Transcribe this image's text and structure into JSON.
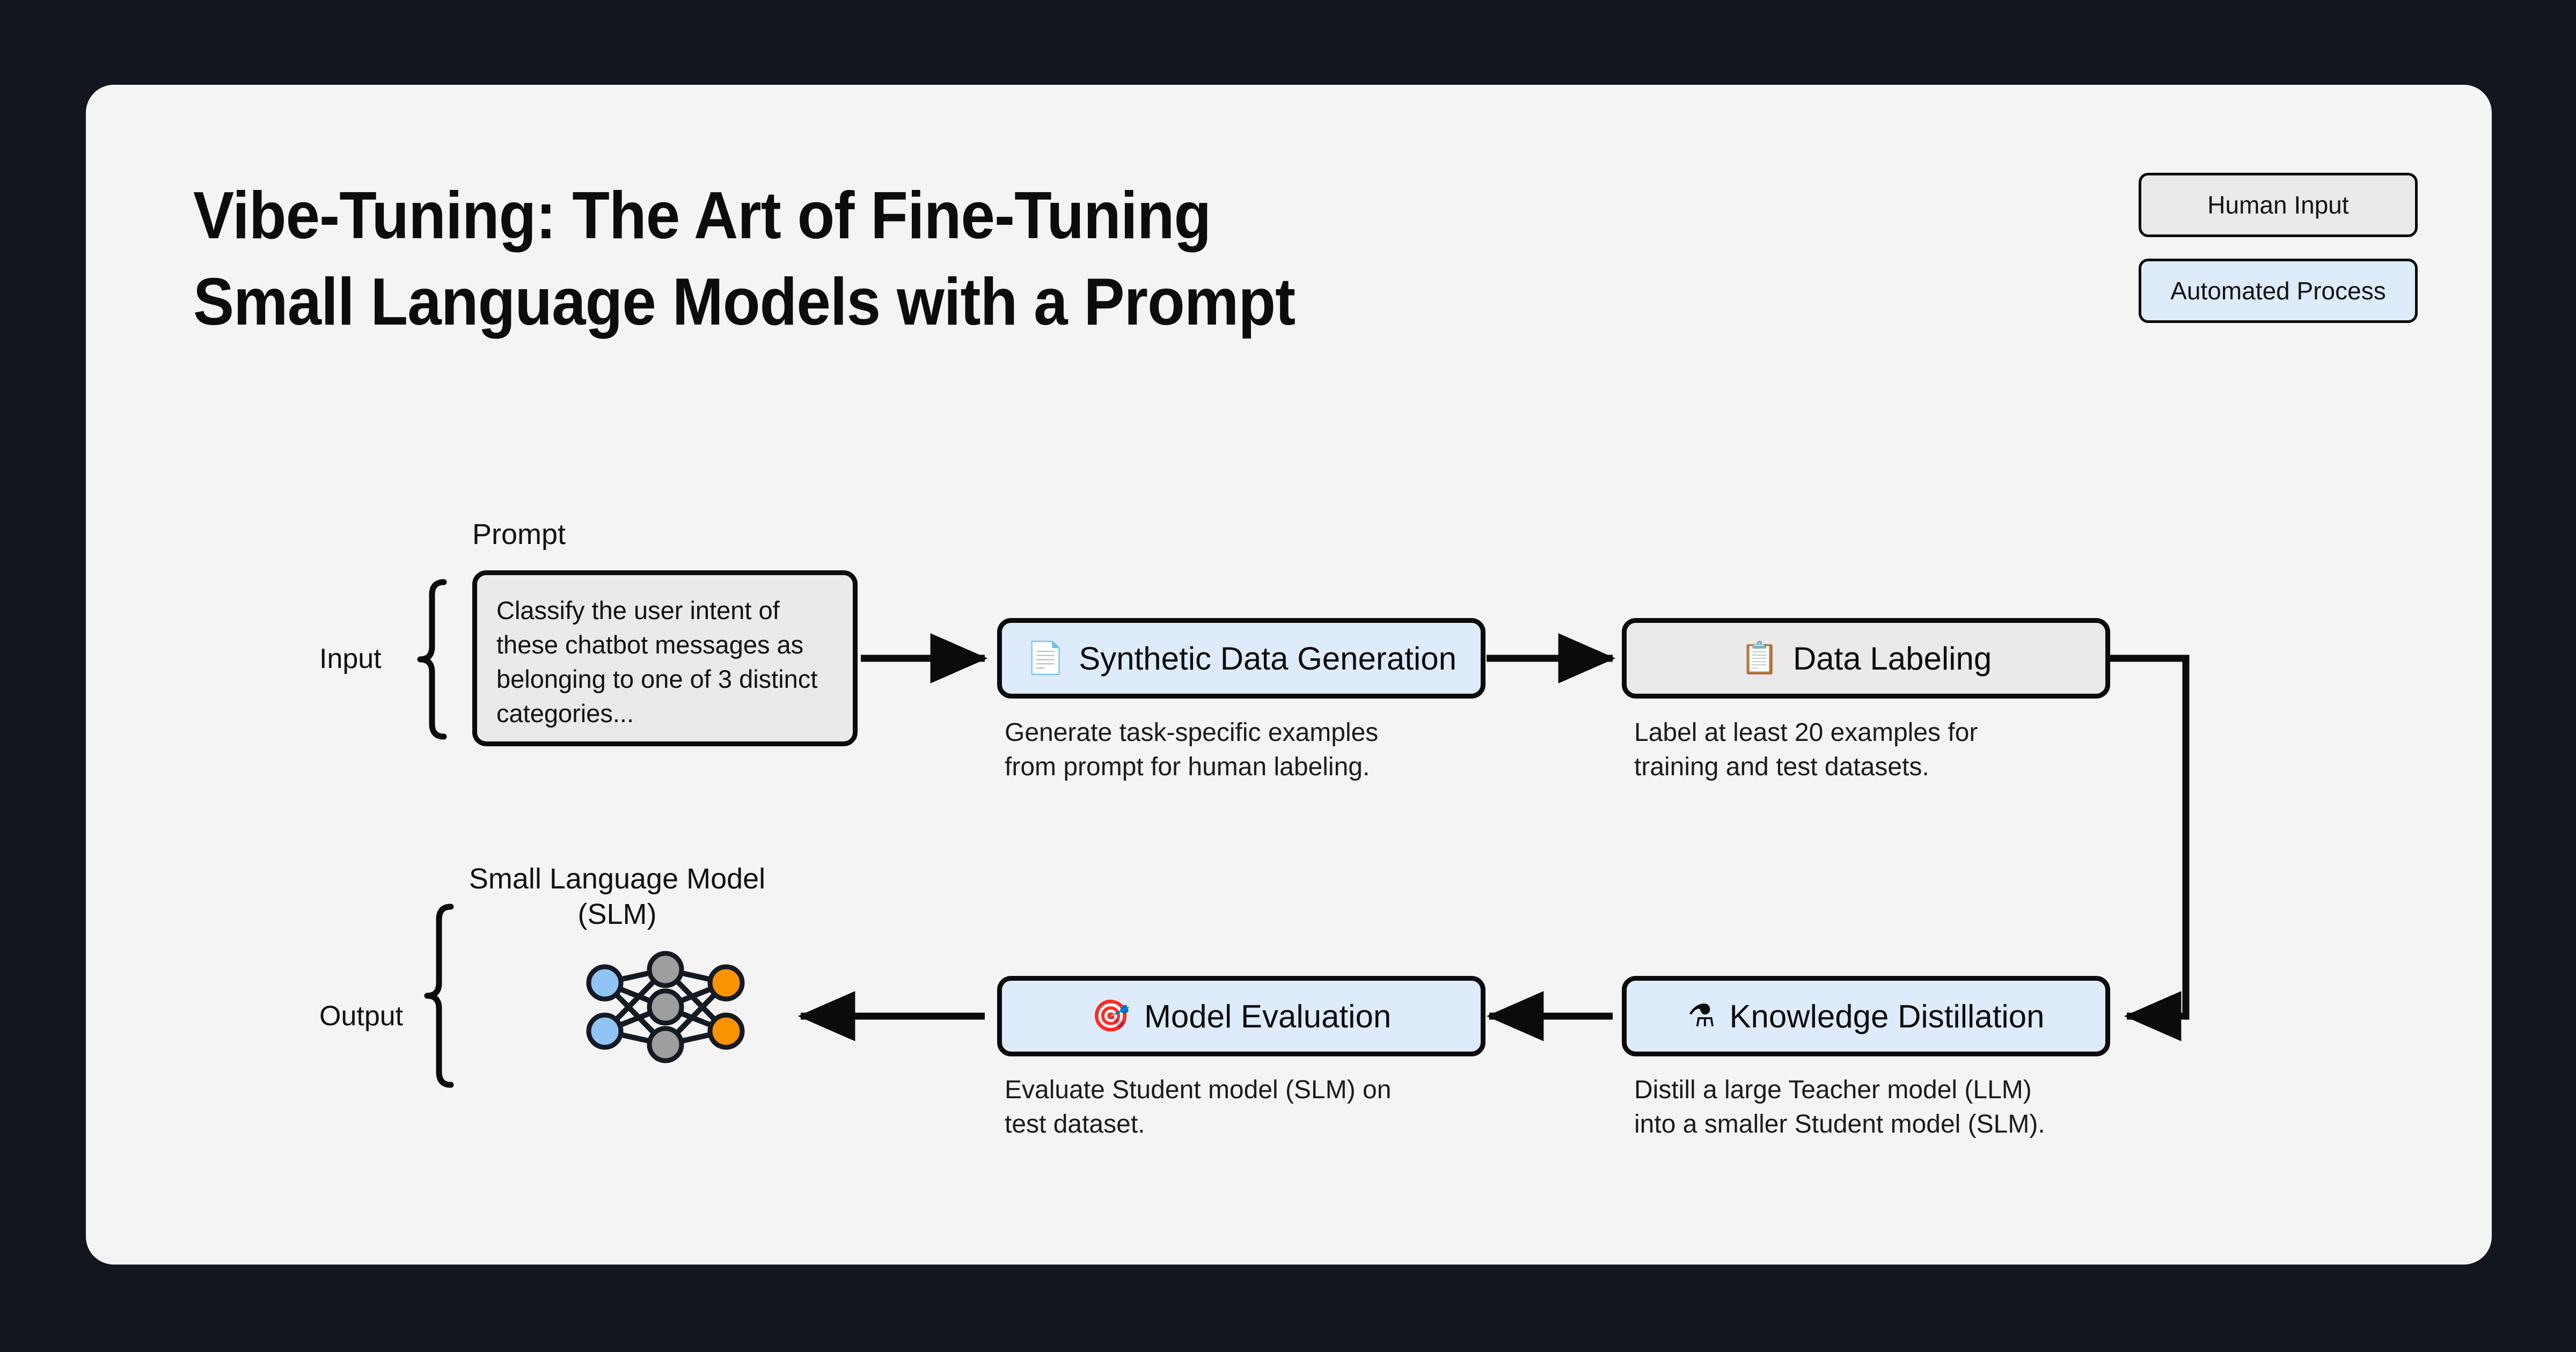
{
  "page": {
    "background_color": "#11161F",
    "card_color": "#F4F4F4"
  },
  "title": {
    "line1": "Vibe-Tuning: The Art of Fine-Tuning",
    "line2": "Small Language Models with a Prompt"
  },
  "legend": {
    "items": [
      {
        "label": "Human Input",
        "color": "#EBE9E9"
      },
      {
        "label": "Automated Process",
        "color": "#DEEBFB"
      }
    ]
  },
  "flow": {
    "input_label": "Input",
    "output_label": "Output",
    "prompt_label": "Prompt",
    "prompt_text": "Classify the user intent of these chatbot messages as belonging to one of 3 distinct categories...",
    "slm_label_line1": "Small Language Model",
    "slm_label_line2": "(SLM)",
    "nodes": [
      {
        "id": "synthetic-data-generation",
        "label": "Synthetic Data Generation",
        "icon": "documents-sparkle-icon",
        "icon_glyph": "📄",
        "type": "Automated Process",
        "color": "#DEEBFB",
        "description_line1": "Generate task-specific examples",
        "description_line2": "from prompt for human labeling."
      },
      {
        "id": "data-labeling",
        "label": "Data Labeling",
        "icon": "documents-check-icon",
        "icon_glyph": "📋",
        "type": "Human Input",
        "color": "#EBE9E9",
        "description_line1": "Label at least 20 examples for",
        "description_line2": "training and test datasets."
      },
      {
        "id": "knowledge-distillation",
        "label": "Knowledge Distillation",
        "icon": "alembic-flask-icon",
        "icon_glyph": "⚗",
        "type": "Automated Process",
        "color": "#DEEBFB",
        "description_line1": "Distill a large Teacher model (LLM)",
        "description_line2": "into a smaller Student model (SLM)."
      },
      {
        "id": "model-evaluation",
        "label": "Model Evaluation",
        "icon": "dart-target-icon",
        "icon_glyph": "🎯",
        "type": "Automated Process",
        "color": "#DEEBFB",
        "description_line1": "Evaluate Student model (SLM) on",
        "description_line2": "test dataset."
      }
    ]
  },
  "neural_network": {
    "name": "small-language-model-diagram",
    "layers": [
      {
        "name": "input-layer",
        "count": 2,
        "color": "#8FC4F5"
      },
      {
        "name": "hidden-layer",
        "count": 3,
        "color": "#9E9E9E"
      },
      {
        "name": "output-layer",
        "count": 2,
        "color": "#FB9200"
      }
    ],
    "edge_color": "#141922"
  }
}
